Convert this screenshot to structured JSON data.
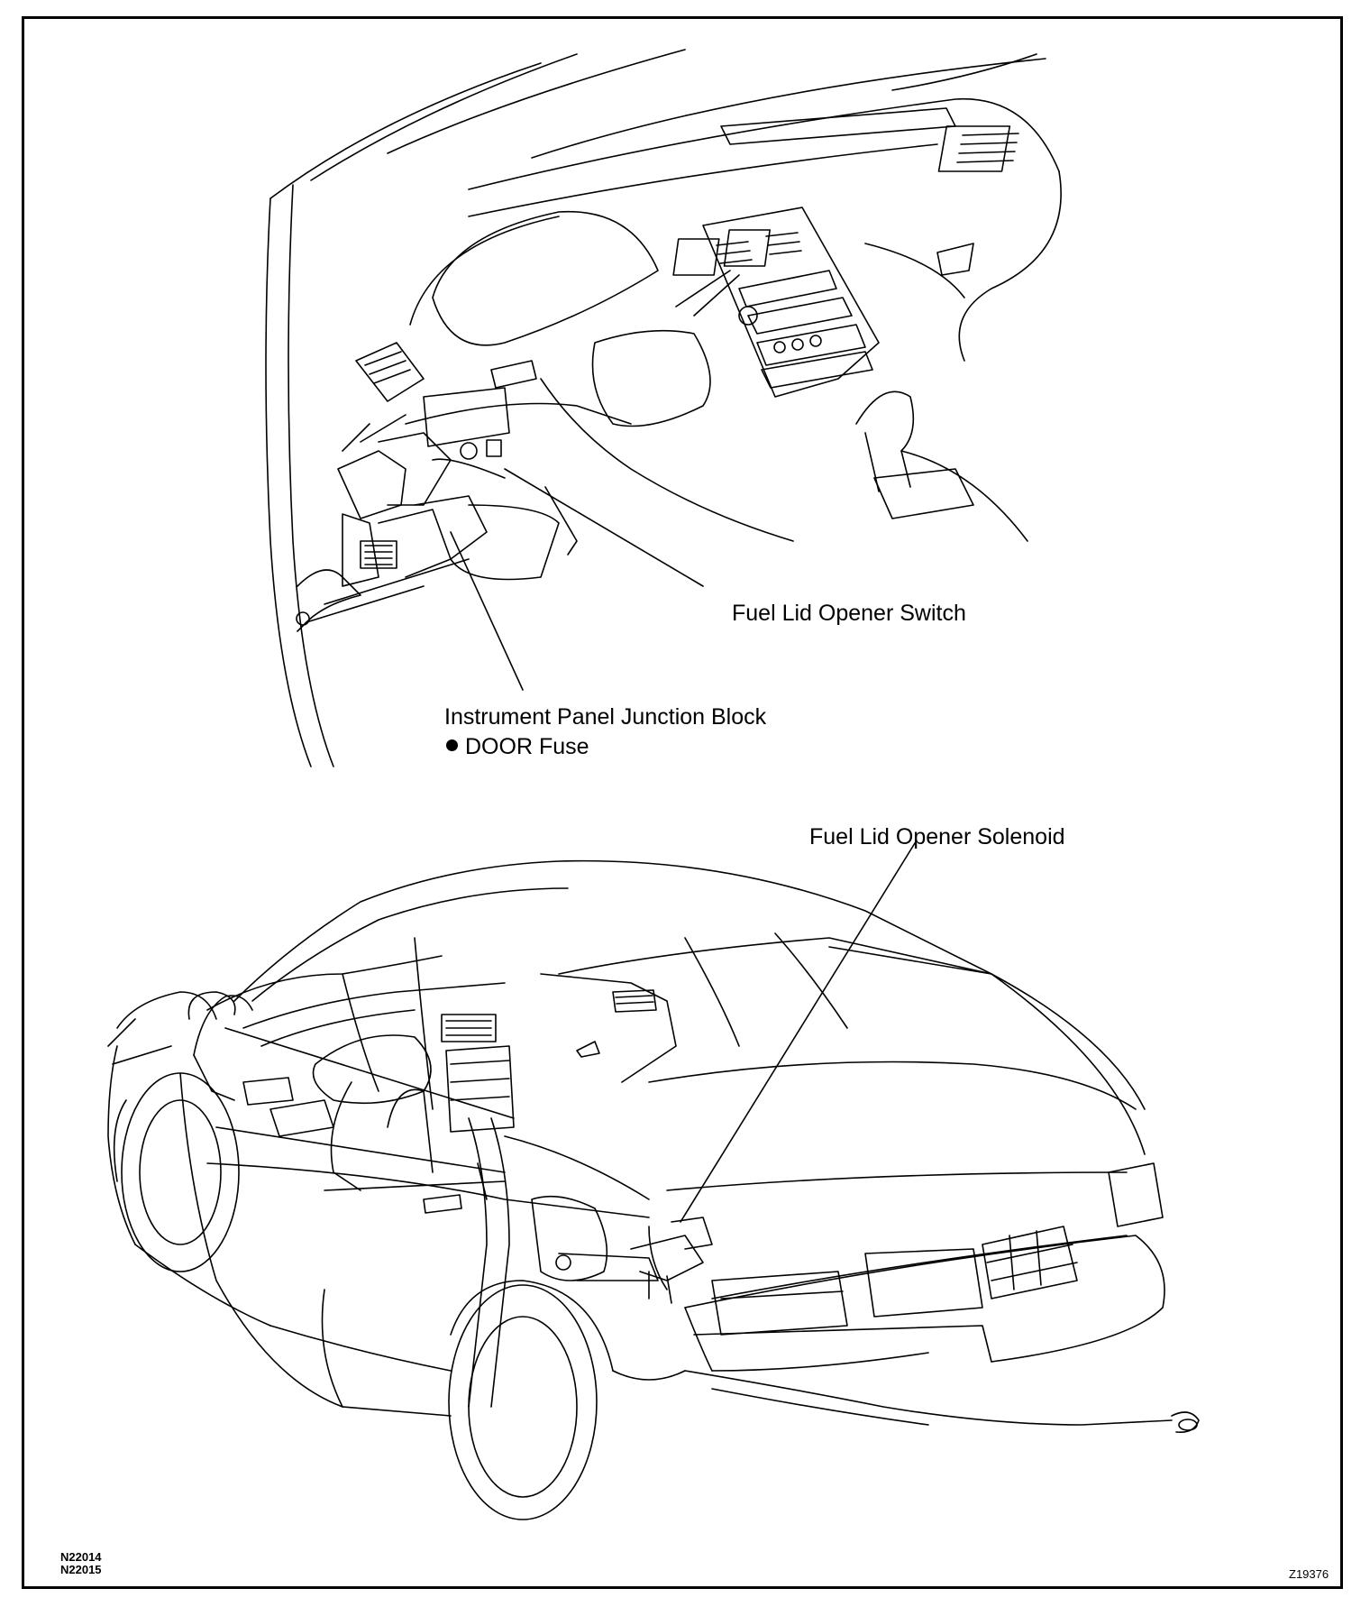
{
  "labels": {
    "fuel_lid_opener_switch": "Fuel Lid Opener Switch",
    "instrument_panel_junction_block": "Instrument Panel Junction Block",
    "door_fuse": "DOOR Fuse",
    "fuel_lid_opener_solenoid": "Fuel Lid Opener Solenoid"
  },
  "codes": {
    "n1": "N22014",
    "n2": "N22015",
    "figure": "Z19376"
  },
  "colors": {
    "line": "#000000",
    "background": "#ffffff"
  }
}
